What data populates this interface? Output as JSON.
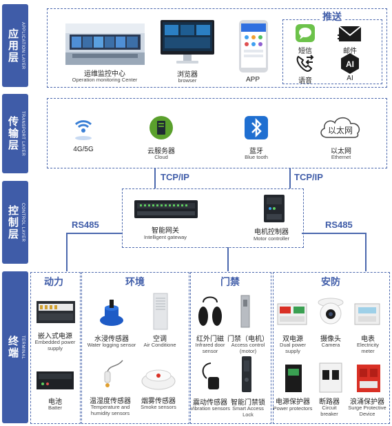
{
  "layers": {
    "application": {
      "cn": "应用层",
      "en": "APPLICATION LAYER"
    },
    "transport": {
      "cn": "传输层",
      "en": "TRANSPORT LAYER"
    },
    "control": {
      "cn": "控制层",
      "en": "CONTROL LAYER"
    },
    "terminal": {
      "cn": "终端",
      "en": "TERMINAL"
    }
  },
  "application": {
    "items": [
      {
        "cn": "运维监控中心",
        "en": "Operation monitoring Center"
      },
      {
        "cn": "浏览器",
        "en": "browser"
      },
      {
        "cn": "",
        "en": "APP"
      }
    ],
    "push": {
      "title": "推送",
      "items": [
        {
          "cn": "短信",
          "icon": "sms-icon"
        },
        {
          "cn": "邮件",
          "icon": "mail-icon"
        },
        {
          "cn": "语音",
          "icon": "phone-icon"
        },
        {
          "cn": "AI",
          "icon": "ai-icon"
        }
      ]
    }
  },
  "transport": {
    "items": [
      {
        "cn": "4G/5G",
        "en": ""
      },
      {
        "cn": "云服务器",
        "en": "Cloud"
      },
      {
        "cn": "蓝牙",
        "en": "Blue tooth"
      },
      {
        "cn": "以太网",
        "en": "Ethernet"
      }
    ],
    "ethernet_icon_text": "以太网"
  },
  "protocols": {
    "tcp_left": "TCP/IP",
    "tcp_right": "TCP/IP",
    "rs_left": "RS485",
    "rs_right": "RS485"
  },
  "control": {
    "items": [
      {
        "cn": "智能网关",
        "en": "Intelligent gateway"
      },
      {
        "cn": "电机控制器",
        "en": "Motor controller"
      }
    ]
  },
  "terminal": {
    "power": {
      "title": "动力",
      "items": [
        {
          "cn": "嵌入式电源",
          "en": "Embedded power supply"
        },
        {
          "cn": "电池",
          "en": "Batter"
        }
      ]
    },
    "environment": {
      "title": "环境",
      "items": [
        {
          "cn": "水浸传感器",
          "en": "Water logging sensor"
        },
        {
          "cn": "空调",
          "en": "Air Conditione"
        },
        {
          "cn": "温湿度传感器",
          "en": "Temperature and humidity sensors"
        },
        {
          "cn": "烟雾传感器",
          "en": "Smoke sensors"
        }
      ]
    },
    "access": {
      "title": "门禁",
      "items": [
        {
          "cn": "红外门磁",
          "en": "Infrared door sensor"
        },
        {
          "cn": "门禁（电机）",
          "en": "Access control (motor)"
        },
        {
          "cn": "震动传感器",
          "en": "Vibration sensors"
        },
        {
          "cn": "智能门禁锁",
          "en": "Smart Access Lock"
        }
      ]
    },
    "security": {
      "title": "安防",
      "items": [
        {
          "cn": "双电源",
          "en": "Dual power supply"
        },
        {
          "cn": "摄像头",
          "en": "Camera"
        },
        {
          "cn": "电表",
          "en": "Electricity meter"
        },
        {
          "cn": "电源保护器",
          "en": "Power protectors"
        },
        {
          "cn": "断路器",
          "en": "Circuit breaker"
        },
        {
          "cn": "浪涌保护器",
          "en": "Surge Protective Device"
        }
      ]
    }
  },
  "colors": {
    "primary": "#3f5ca8",
    "dash": "#4a67ad",
    "sms": "#6cc24a",
    "cloud": "#5aa02c",
    "bluetooth": "#1f6fd1",
    "surge": "#d93025"
  }
}
